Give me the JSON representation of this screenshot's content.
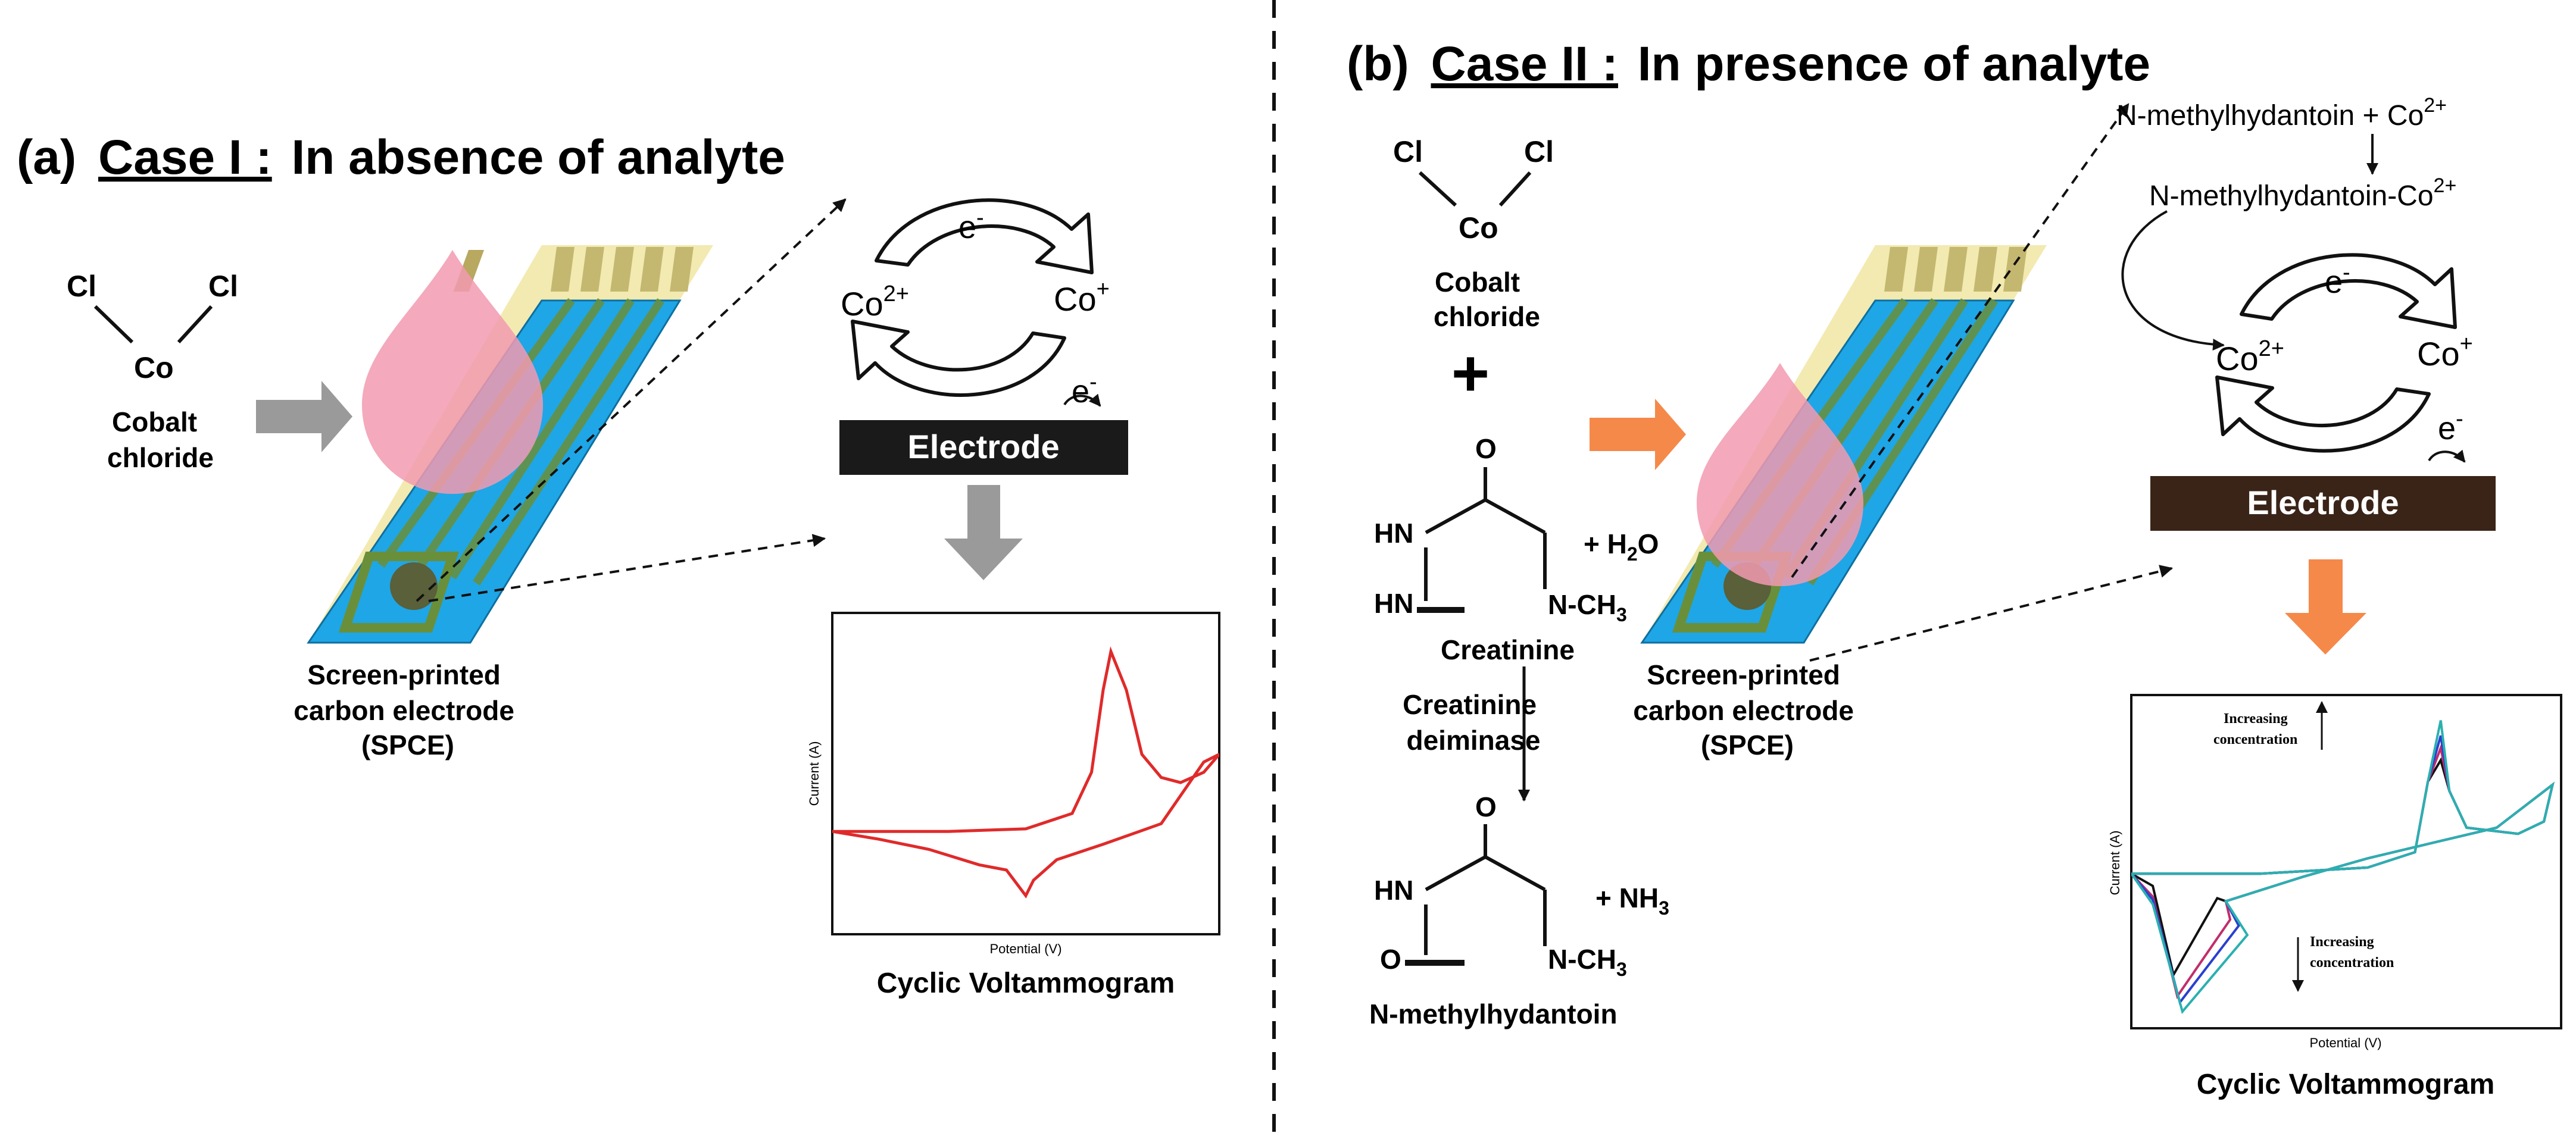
{
  "panel_a": {
    "letter": "(a)",
    "case": "Case I :",
    "title": "In absence of analyte",
    "molecule_cl_left": "Cl",
    "molecule_cl_right": "Cl",
    "molecule_co": "Co",
    "molecule_name_1": "Cobalt",
    "molecule_name_2": "chloride",
    "electron": "e",
    "electron_sup": "-",
    "co2_base": "Co",
    "co2_sup": "2+",
    "co1_base": "Co",
    "co1_sup": "+",
    "electrode": "Electrode",
    "spce_1": "Screen-printed",
    "spce_2": "carbon electrode",
    "spce_3": "(SPCE)",
    "cv_ylabel": "Current (A)",
    "cv_xlabel": "Potential (V)",
    "cv_caption": "Cyclic Voltammogram"
  },
  "panel_b": {
    "letter": "(b)",
    "case": "Case II :",
    "title": "In presence of analyte",
    "molecule_cl_left": "Cl",
    "molecule_cl_right": "Cl",
    "molecule_co": "Co",
    "molecule_name_1": "Cobalt",
    "molecule_name_2": "chloride",
    "plus": "+",
    "o": "O",
    "hn": "HN",
    "hn2": "HN",
    "ch3": "N-CH",
    "ch3_sub": "3",
    "water": "+ H",
    "water_sub": "2",
    "water_end": "O",
    "creatinine": "Creatinine",
    "enzyme_1": "Creatinine",
    "enzyme_2": "deiminase",
    "ammonia": "+ NH",
    "ammonia_sub": "3",
    "nmh": "N-methylhydantoin",
    "reaction_1": "N-methylhydantoin + Co",
    "reaction_1_sup": "2+",
    "reaction_2": "N-methylhydantoin-Co",
    "reaction_2_sup": "2+",
    "electron": "e",
    "electron_sup": "-",
    "co2_base": "Co",
    "co2_sup": "2+",
    "co1_base": "Co",
    "co1_sup": "+",
    "electrode": "Electrode",
    "spce_1": "Screen-printed",
    "spce_2": "carbon electrode",
    "spce_3": "(SPCE)",
    "cv_ylabel": "Current (A)",
    "cv_xlabel": "Potential (V)",
    "cv_note_1a": "Increasing",
    "cv_note_1b": "concentration",
    "cv_note_2a": "Increasing",
    "cv_note_2b": "concentration",
    "cv_caption": "Cyclic Voltammogram"
  },
  "colors": {
    "grey_arrow": "#9a9a9a",
    "orange_arrow": "#f5894a",
    "electrode_a": "#1a1a1a",
    "electrode_b": "#3a2418",
    "strip": "#1fa6e6",
    "drop": "#f29ab0",
    "cv_red": "#e02a2a"
  }
}
